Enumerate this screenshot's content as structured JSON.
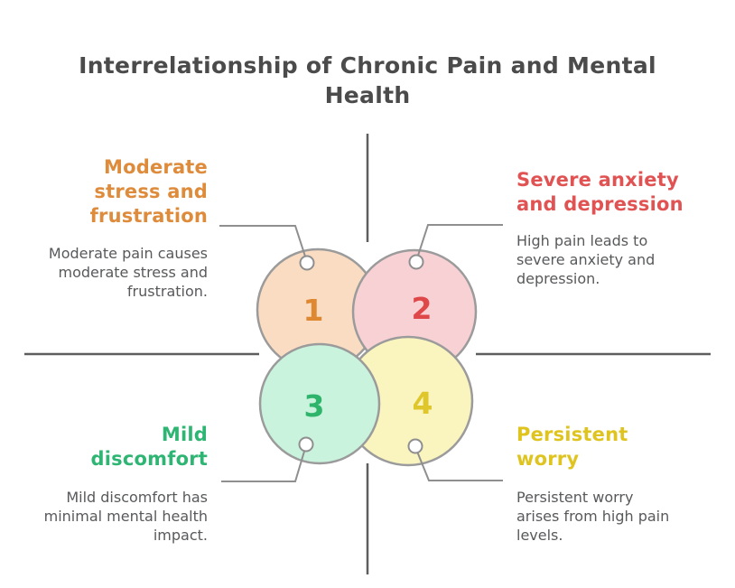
{
  "title": "Interrelationship of Chronic Pain and Mental\nHealth",
  "colors": {
    "background": "#FFFFFF",
    "title_text": "#4B4B4B",
    "body_text": "#58595B",
    "circle_stroke": "#9B9B9B",
    "crosshair_line": "#5E5E5E",
    "leader_line": "#8F8F8F"
  },
  "circles": [
    {
      "number": "1",
      "fill": "#FADCC2",
      "number_color": "#DE8831"
    },
    {
      "number": "2",
      "fill": "#F8D1D5",
      "number_color": "#DE4848"
    },
    {
      "number": "3",
      "fill": "#C9F3DD",
      "number_color": "#2FB56B"
    },
    {
      "number": "4",
      "fill": "#FAF4BF",
      "number_color": "#DFC62B"
    }
  ],
  "quadrants": [
    {
      "position": "top-left",
      "heading": "Moderate\nstress and\nfrustration",
      "body": "Moderate pain causes\nmoderate stress and\nfrustration.",
      "accent": "#DE8B3B"
    },
    {
      "position": "top-right",
      "heading": "Severe anxiety\nand depression",
      "body": "High pain leads to\nsevere anxiety and\ndepression.",
      "accent": "#E15252"
    },
    {
      "position": "bottom-left",
      "heading": "Mild\ndiscomfort",
      "body": "Mild discomfort has\nminimal mental health\nimpact.",
      "accent": "#2FB573"
    },
    {
      "position": "bottom-right",
      "heading": "Persistent\nworry",
      "body": "Persistent worry\narises from high pain\nlevels.",
      "accent": "#DFC41F"
    }
  ]
}
